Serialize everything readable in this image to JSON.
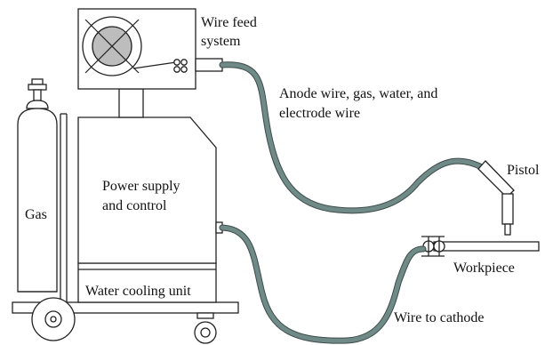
{
  "labels": {
    "wire_feed_line1": "Wire feed",
    "wire_feed_line2": "system",
    "anode_line1": "Anode wire, gas, water, and",
    "anode_line2": "electrode wire",
    "pistol": "Pistol",
    "gas": "Gas",
    "power_line1": "Power supply",
    "power_line2": "and control",
    "workpiece": "Workpiece",
    "water_cooling": "Water cooling unit",
    "wire_to_cathode": "Wire to cathode"
  },
  "colors": {
    "hose": "#6f8a87",
    "fan": "#bdbdbd",
    "line": "#222222"
  }
}
